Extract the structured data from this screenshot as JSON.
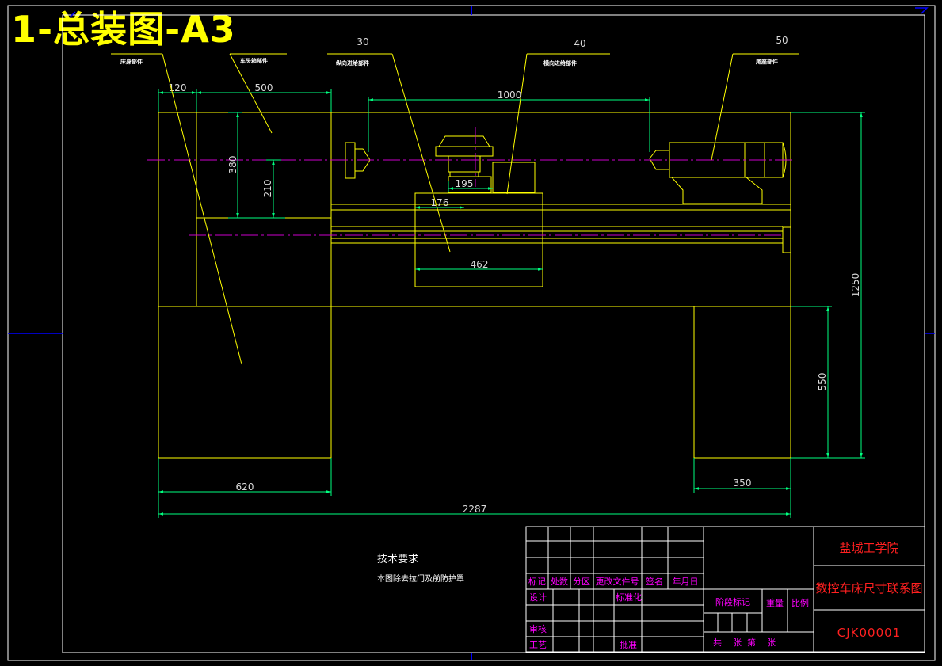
{
  "title": "1-总装图-A3",
  "balloons": [
    {
      "num": "",
      "label": "床身部件"
    },
    {
      "num": "",
      "label": "车头箱部件"
    },
    {
      "num": "30",
      "label": "纵向进给部件"
    },
    {
      "num": "40",
      "label": "横向进给部件"
    },
    {
      "num": "50",
      "label": "尾座部件"
    }
  ],
  "dimensions": {
    "d120": "120",
    "d500": "500",
    "d1000": "1000",
    "d380": "380",
    "d210": "210",
    "d195": "195",
    "d176": "176",
    "d462": "462",
    "d1250": "1250",
    "d550": "550",
    "d620": "620",
    "d350": "350",
    "d2287": "2287"
  },
  "notes": {
    "heading": "技术要求",
    "text": "本图除去拉门及前防护罩"
  },
  "title_block": {
    "headers": [
      "标记",
      "处数",
      "分区",
      "更改文件号",
      "签名",
      "年月日"
    ],
    "design": "设计",
    "standardization": "标准化",
    "check": "审核",
    "process": "工艺",
    "approve": "批准",
    "stage_mark": "阶段标记",
    "weight": "重量",
    "scale": "比例",
    "sheets": "共    张  第    张",
    "school": "盐城工学院",
    "drawing_name": "数控车床尺寸联系图",
    "drawing_code": "CJK00001"
  },
  "colors": {
    "outline": "#ffff00",
    "dimension": "#00ff80",
    "centerline": "#cc00cc",
    "leader": "#ffff00",
    "border_frame": "#0000ff",
    "title_block_text": "#ff00ff",
    "title_block_name": "#ff0000"
  }
}
